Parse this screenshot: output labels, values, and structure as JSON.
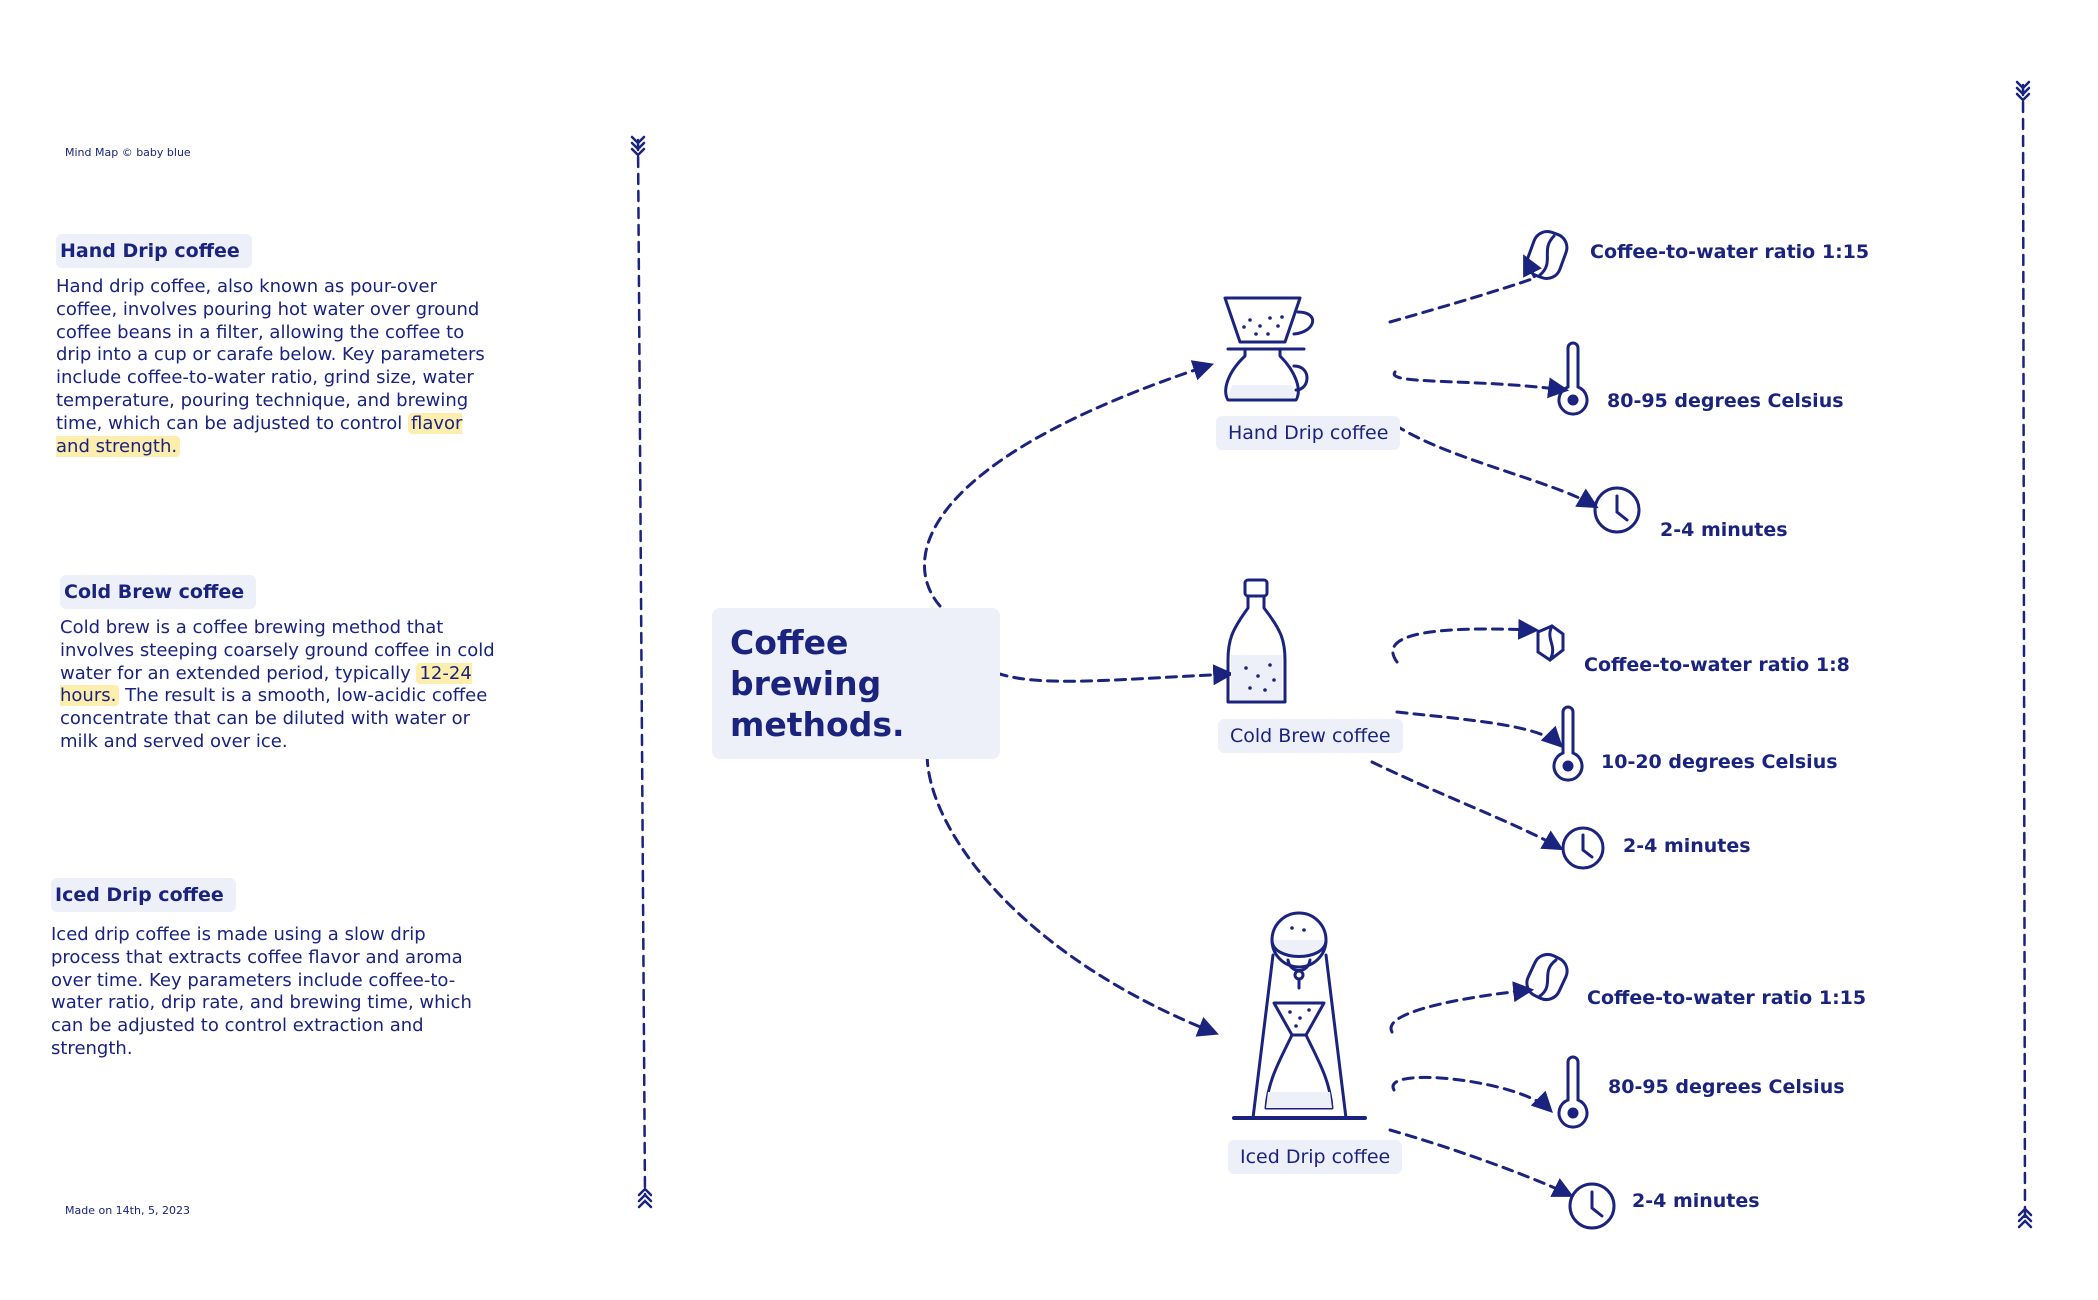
{
  "meta": {
    "brand": "Mind Map © baby blue",
    "made_on": "Made on 14th, 5, 2023"
  },
  "sections": [
    {
      "title": "Hand Drip coffee",
      "body_before": "Hand drip coffee, also known as pour-over coffee, involves pouring hot water over ground coffee beans in a filter, allowing the coffee to drip into a cup or carafe below. Key parameters include coffee-to-water ratio, grind size, water temperature, pouring technique, and brewing time, which can be adjusted to control ",
      "highlight": "flavor and strength.",
      "body_after": ""
    },
    {
      "title": "Cold Brew coffee",
      "body_before": "Cold brew is a coffee brewing method that involves steeping coarsely ground coffee in cold water for an extended period, typically ",
      "highlight": "12-24 hours.",
      "body_after": " The result is a smooth, low-acidic coffee concentrate that can be diluted with water or milk and served over ice."
    },
    {
      "title": "Iced Drip coffee",
      "body_before": "Iced drip coffee is made using a slow drip process that extracts coffee flavor and aroma over time. Key parameters include coffee-to-water ratio, drip rate, and brewing time, which can be adjusted to control extraction and strength.",
      "highlight": "",
      "body_after": ""
    }
  ],
  "center": {
    "title": "Coffee brewing methods."
  },
  "methods": [
    {
      "label": "Hand Drip coffee",
      "icon": "pour-over-icon",
      "params": [
        {
          "icon": "coffee-bean-icon",
          "text": "Coffee-to-water ratio 1:15"
        },
        {
          "icon": "thermometer-icon",
          "text": "80-95 degrees Celsius"
        },
        {
          "icon": "clock-icon",
          "text": "2-4 minutes"
        }
      ]
    },
    {
      "label": "Cold Brew coffee",
      "icon": "bottle-icon",
      "params": [
        {
          "icon": "coffee-bean-icon",
          "text": "Coffee-to-water ratio 1:8"
        },
        {
          "icon": "thermometer-icon",
          "text": "10-20 degrees Celsius"
        },
        {
          "icon": "clock-icon",
          "text": "2-4 minutes"
        }
      ]
    },
    {
      "label": "Iced Drip coffee",
      "icon": "iced-drip-tower-icon",
      "params": [
        {
          "icon": "coffee-bean-icon",
          "text": "Coffee-to-water ratio 1:15"
        },
        {
          "icon": "thermometer-icon",
          "text": "80-95 degrees Celsius"
        },
        {
          "icon": "clock-icon",
          "text": "2-4 minutes"
        }
      ]
    }
  ],
  "colors": {
    "ink": "#1a237e",
    "panel": "#eef0f9",
    "highlight": "#fdeeae"
  }
}
